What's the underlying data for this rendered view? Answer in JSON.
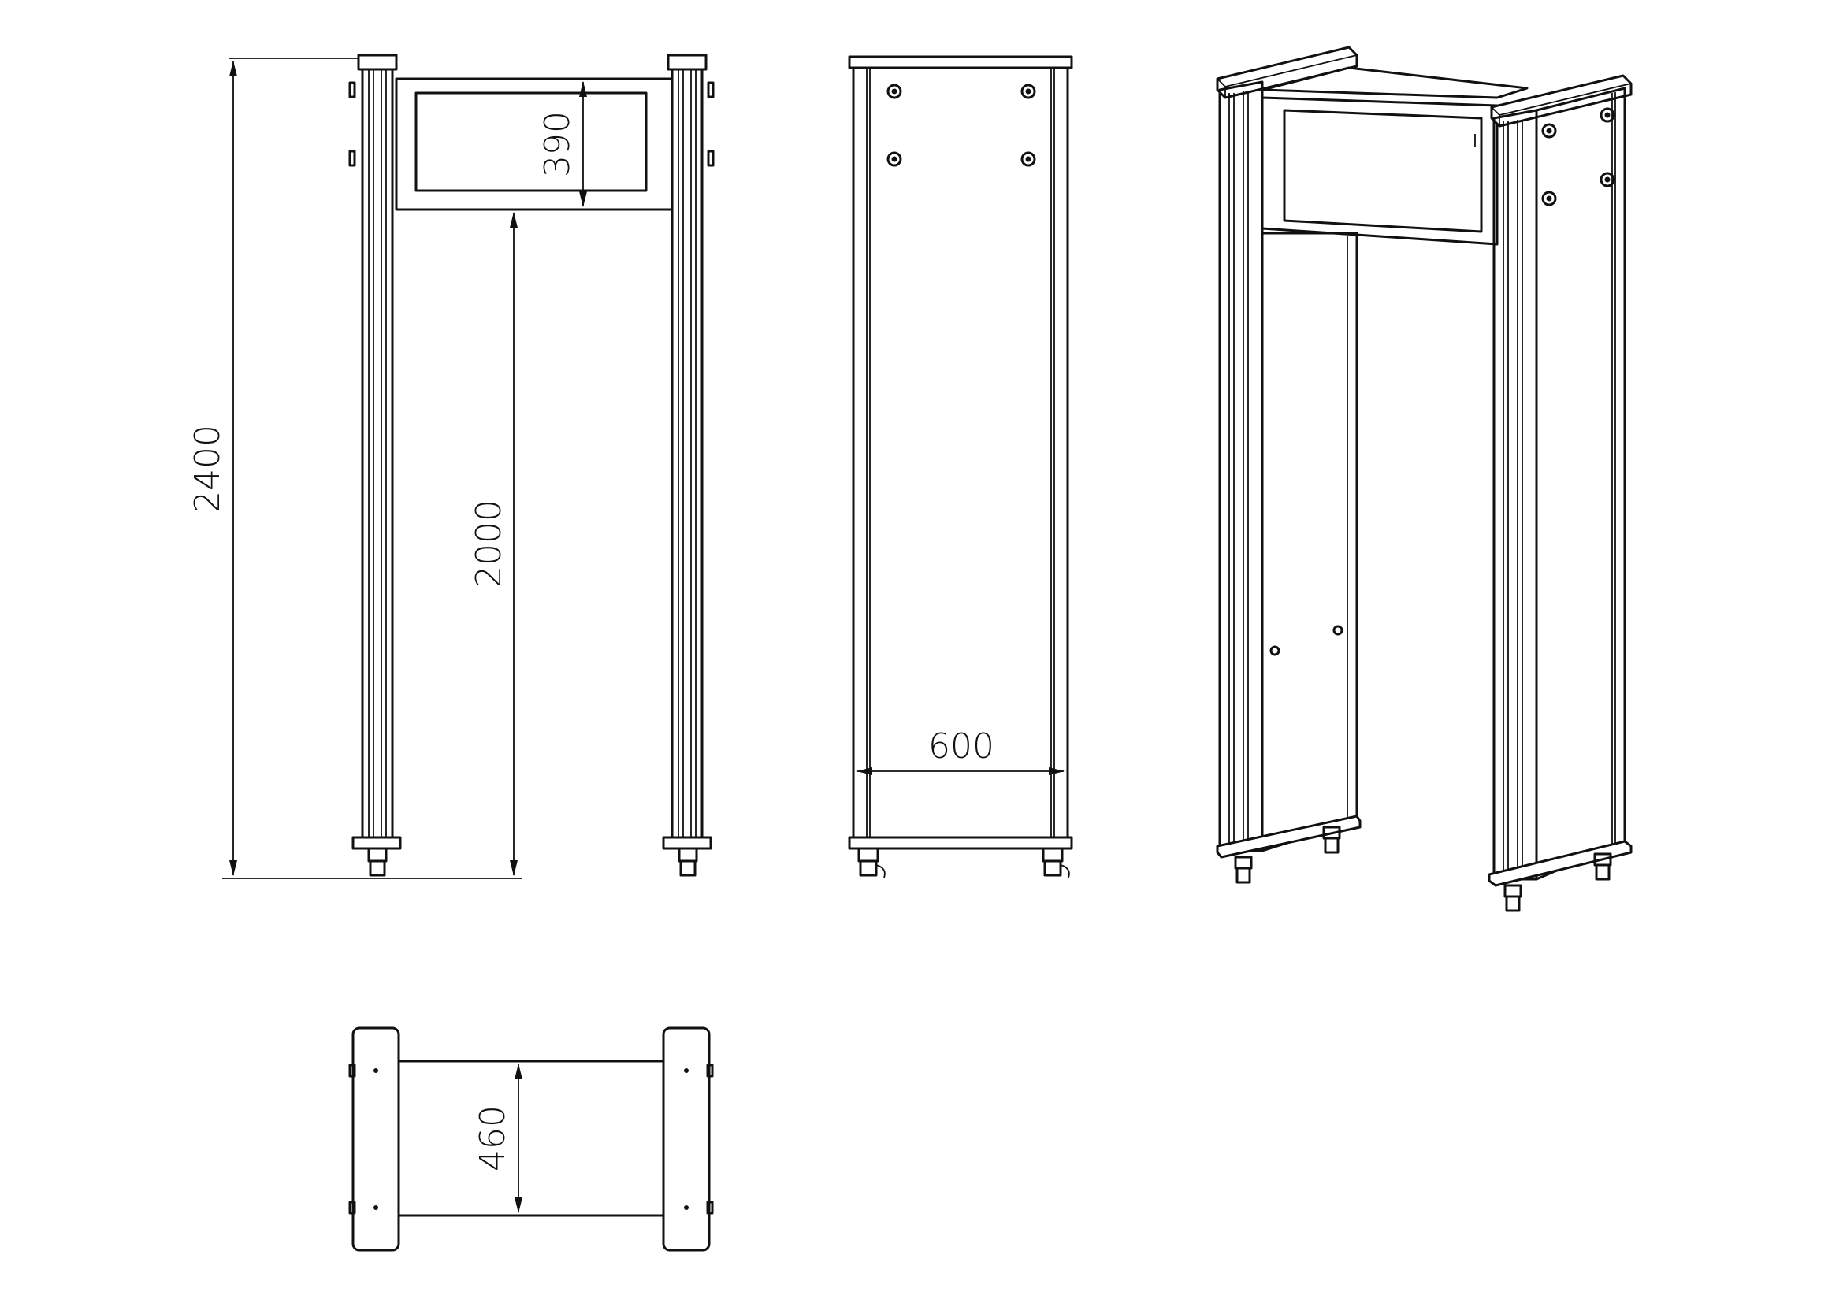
{
  "drawing": {
    "dimensions": {
      "overall_height": "2400",
      "passage_height": "2000",
      "header_height": "390",
      "passage_width": "600",
      "passage_depth": "460"
    }
  }
}
